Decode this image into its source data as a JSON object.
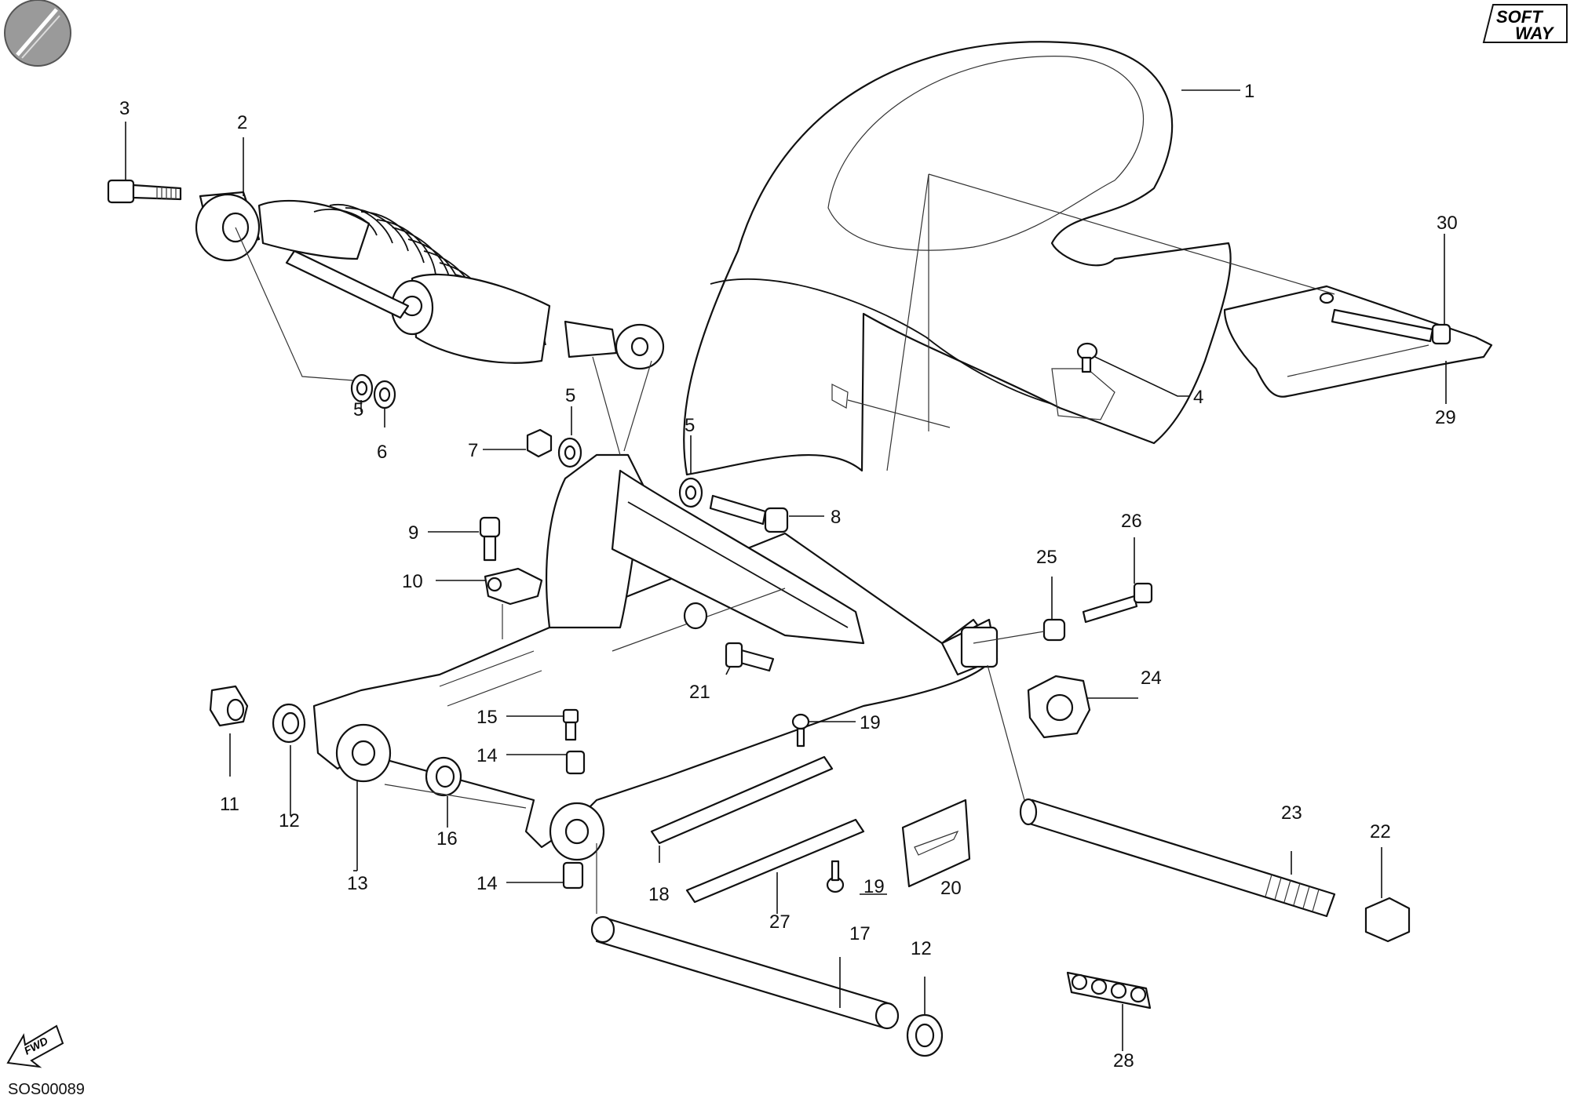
{
  "diagram": {
    "drawing_code": "SOS00089",
    "brand_logo": {
      "line1": "SOFT",
      "line2": "WAY"
    },
    "fwd_label": "FWD",
    "callouts": [
      "1",
      "2",
      "3",
      "4",
      "5",
      "5",
      "5",
      "6",
      "7",
      "8",
      "9",
      "10",
      "11",
      "12",
      "12",
      "13",
      "14",
      "14",
      "15",
      "16",
      "17",
      "18",
      "19",
      "19",
      "20",
      "21",
      "22",
      "23",
      "24",
      "25",
      "26",
      "27",
      "28",
      "29",
      "30"
    ]
  },
  "colors": {
    "ink": "#111111",
    "paper": "#ffffff",
    "logo_disc": "#9a9a9a"
  },
  "icons": [
    "circle-logo-icon",
    "softway-logo-icon",
    "fwd-arrow-icon"
  ]
}
